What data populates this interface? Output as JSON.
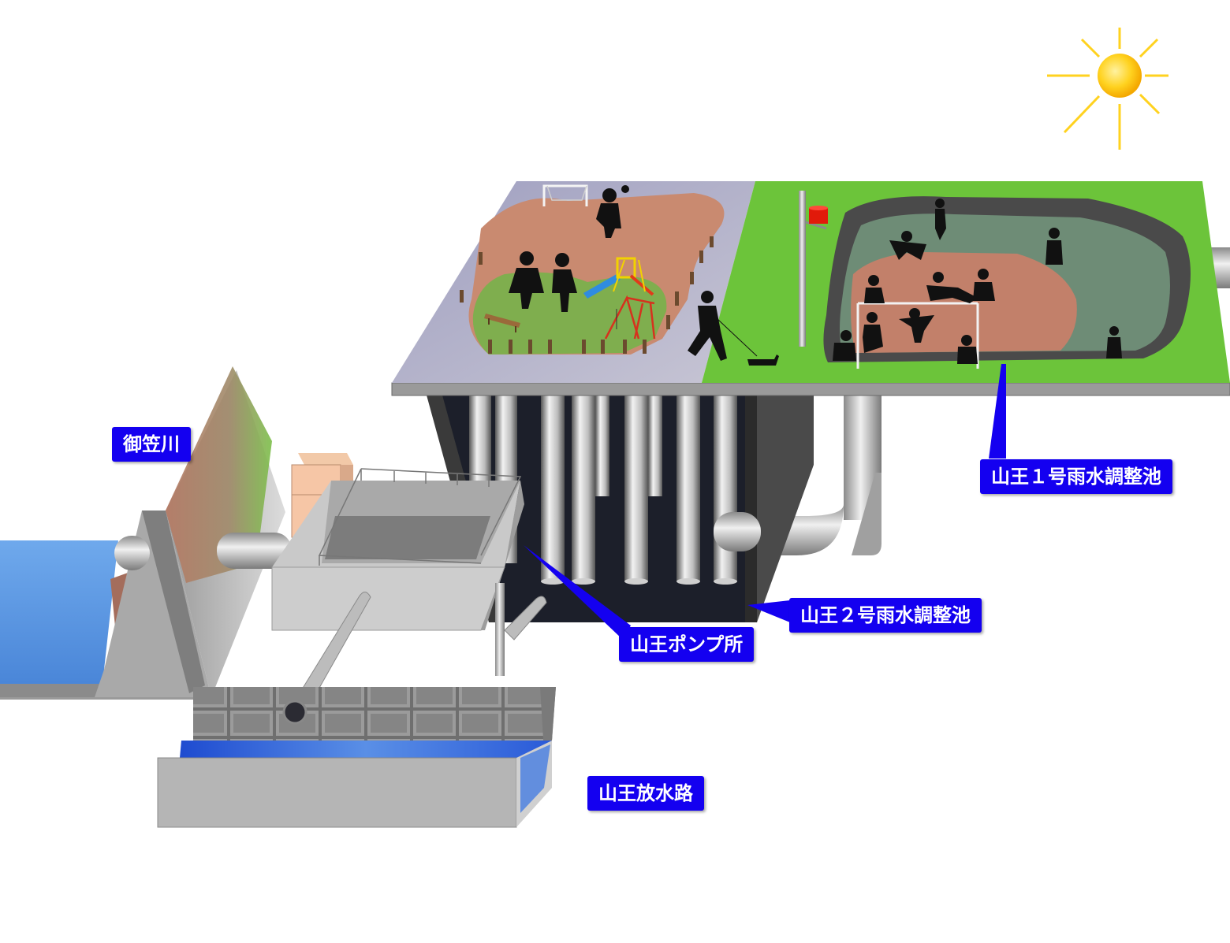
{
  "labels": {
    "river": "御笠川",
    "basin1": "山王１号雨水調整池",
    "basin2": "山王２号雨水調整池",
    "pump_station": "山王ポンプ所",
    "discharge_channel": "山王放水路"
  },
  "colors": {
    "label_bg": "#1400f0",
    "label_text": "#ffffff",
    "water": "#5a9be6",
    "grass": "#6cc43a",
    "dirt": "#c98a70",
    "concrete": "#b8b8b8",
    "sun": "#ffd21f"
  },
  "icons": [
    "sun-icon",
    "soccer-goal-icon",
    "slide-icon",
    "swing-icon",
    "bench-icon",
    "basketball-hoop-icon",
    "backstop-icon"
  ]
}
